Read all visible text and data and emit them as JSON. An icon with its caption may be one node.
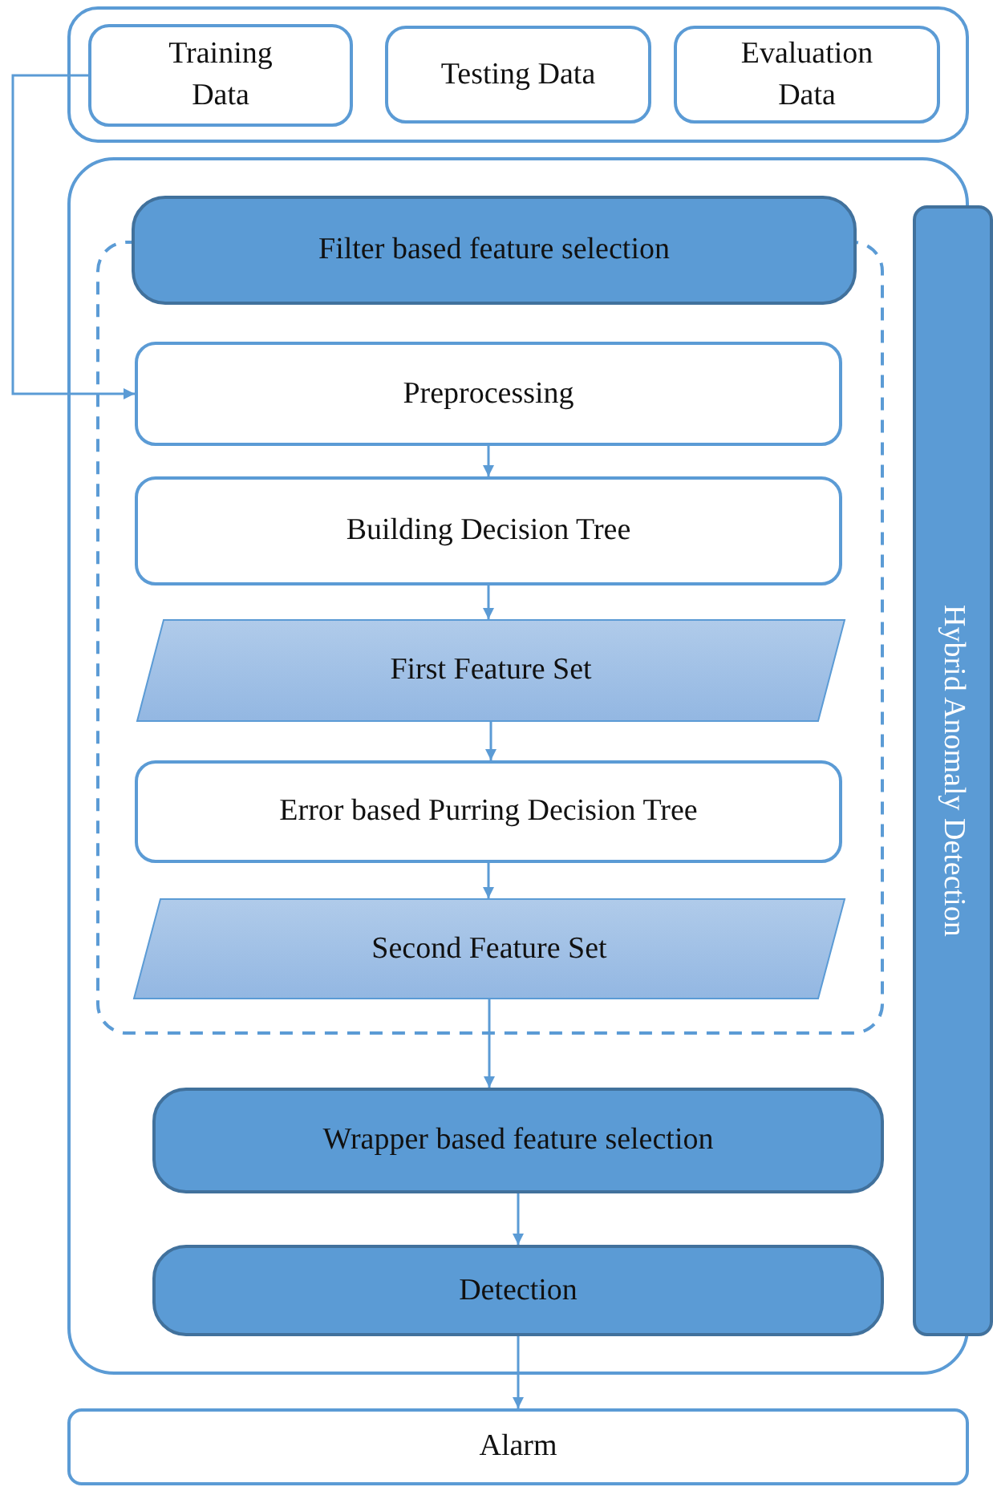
{
  "diagram": {
    "nodes": [
      {
        "text": [],
        "shape": "box"
      },
      {
        "text": [
          "Training Data"
        ],
        "in": 0
      },
      {
        "text": [
          "Testing Data"
        ],
        "in": 0
      },
      {
        "text": [
          "Evaluation Data"
        ],
        "in": 0
      },
      {
        "text": [],
        "shape": "box"
      },
      {
        "text": [],
        "shape": "box",
        "in": 4
      },
      {
        "text": [
          "Filter based feature selection"
        ],
        "in": 4
      },
      {
        "text": [
          "Preprocessing"
        ],
        "in": 5
      },
      {
        "text": [
          "Building Decision Tree"
        ],
        "in": 5
      },
      {
        "text": [
          "First Feature Set"
        ],
        "in": 5
      },
      {
        "text": [
          "Error based Purring Decision Tree"
        ],
        "in": 5
      },
      {
        "text": [
          "Second Feature Set"
        ],
        "in": 5
      },
      {
        "text": [
          "Wrapper based feature selection"
        ],
        "in": 4
      },
      {
        "text": [
          "Detection"
        ],
        "in": 4
      },
      {
        "text": [
          "Hybrid Anomaly Detection"
        ]
      },
      {
        "text": [
          "Alarm"
        ]
      }
    ],
    "edges": [
      {
        "from": 1,
        "to": 7,
        "arrow": "to"
      },
      {
        "from": 7,
        "to": 8,
        "arrow": "to"
      },
      {
        "from": 8,
        "to": 9,
        "arrow": "to"
      },
      {
        "from": 9,
        "to": 10,
        "arrow": "to"
      },
      {
        "from": 10,
        "to": 11,
        "arrow": "to"
      },
      {
        "from": 11,
        "to": 12,
        "arrow": "to"
      },
      {
        "from": 12,
        "to": 13,
        "arrow": "to"
      },
      {
        "from": 13,
        "to": 15,
        "arrow": "to"
      }
    ]
  }
}
